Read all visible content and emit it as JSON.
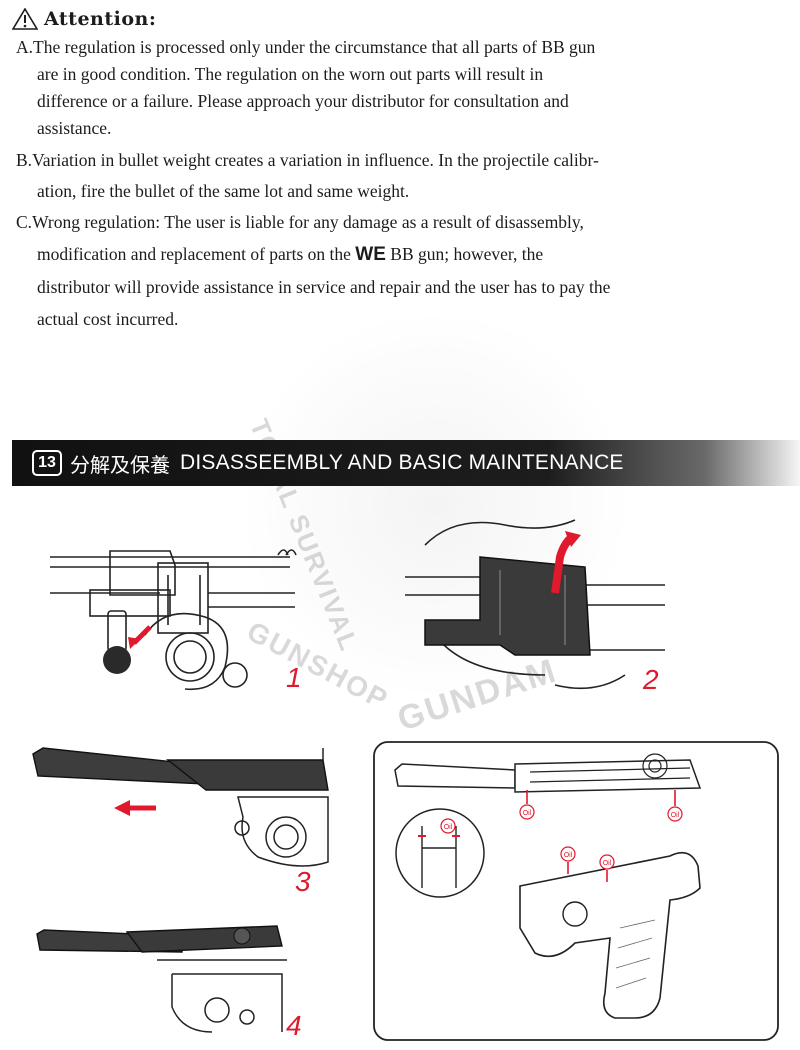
{
  "attention": {
    "title": "Attention:",
    "items": [
      {
        "marker": "A.",
        "first": "The regulation is processed only under the circumstance that all parts of BB gun",
        "rest": [
          "are in good condition. The regulation on the worn out parts will result in",
          "difference or a failure. Please approach your distributor for consultation and",
          "assistance."
        ]
      },
      {
        "marker": "B.",
        "first": "Variation in bullet weight creates a variation in influence. In the projectile calibr-",
        "rest": [
          "ation, fire the bullet of the same lot and same weight."
        ]
      },
      {
        "marker": "C.",
        "first": "Wrong regulation: The user is liable for any damage as a result of disassembly,",
        "line2_pre": "modification and replacement of parts on the ",
        "brand": "WE",
        "line2_post": " BB gun;  however,  the",
        "rest": [
          "distributor will provide assistance in service and repair and the user has to pay the",
          "actual cost incurred."
        ]
      }
    ]
  },
  "section": {
    "number": "13",
    "title_cn": "分解及保養",
    "title_en": "DISASSEEMBLY AND BASIC MAINTENANCE"
  },
  "figures": [
    "1",
    "2",
    "3",
    "4"
  ],
  "oil_label": "Oil",
  "watermark": {
    "arc_text": "TOTAL SURVIVAL",
    "shop_text": "GUNSHOP",
    "brand_text": "GUNDAM"
  },
  "colors": {
    "accent_red": "#e0192d",
    "banner": "#111111",
    "ink": "#1c1c1c"
  }
}
